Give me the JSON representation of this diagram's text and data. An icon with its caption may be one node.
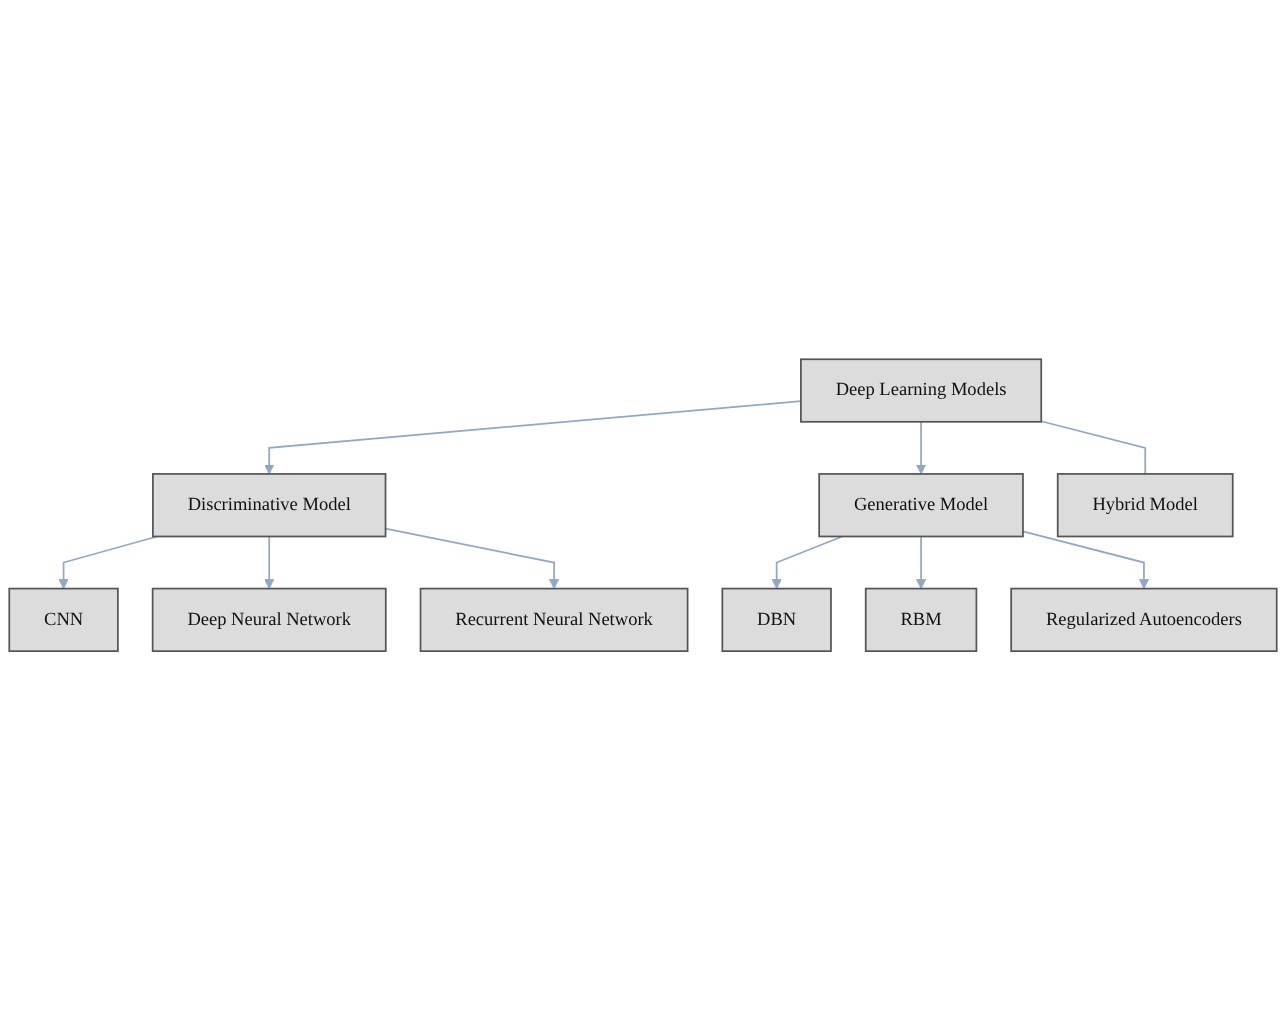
{
  "diagram": {
    "nodes": [
      {
        "text": [
          "Deep Learning Models"
        ]
      },
      {
        "text": [
          "Discriminative Model"
        ]
      },
      {
        "text": [
          "Generative Model"
        ]
      },
      {
        "text": [
          "Hybrid Model"
        ]
      },
      {
        "text": [
          "CNN"
        ]
      },
      {
        "text": [
          "Deep Neural Network"
        ]
      },
      {
        "text": [
          "Recurrent Neural Network"
        ]
      },
      {
        "text": [
          "DBN"
        ]
      },
      {
        "text": [
          "RBM"
        ]
      },
      {
        "text": [
          "Regularized Autoencoders"
        ]
      }
    ],
    "edges": [
      {
        "from": 0,
        "to": 1,
        "arrow": "to"
      },
      {
        "from": 0,
        "to": 2,
        "arrow": "to"
      },
      {
        "from": 0,
        "to": 3,
        "arrow": "none"
      },
      {
        "from": 1,
        "to": 4,
        "arrow": "to"
      },
      {
        "from": 1,
        "to": 5,
        "arrow": "to"
      },
      {
        "from": 1,
        "to": 6,
        "arrow": "to"
      },
      {
        "from": 2,
        "to": 7,
        "arrow": "to"
      },
      {
        "from": 2,
        "to": 8,
        "arrow": "to"
      },
      {
        "from": 2,
        "to": 9,
        "arrow": "to"
      }
    ]
  }
}
